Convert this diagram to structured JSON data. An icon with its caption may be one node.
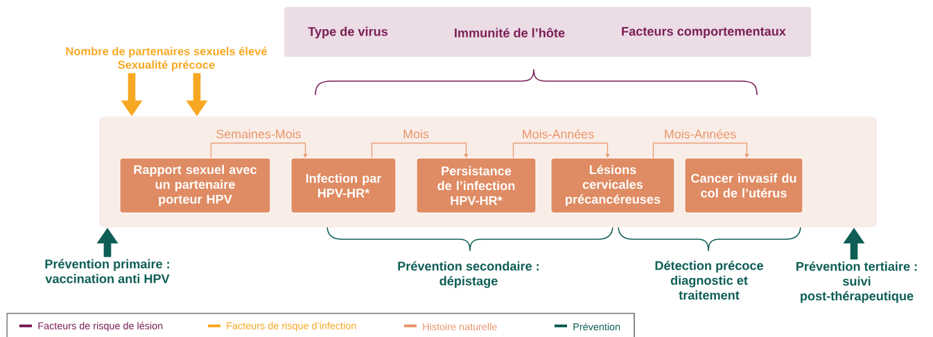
{
  "diagram": {
    "nodes": [
      {
        "text": [
          "Type de virus",
          "Immunité de l’hôte",
          "Facteurs comportementaux"
        ]
      },
      {
        "text": [
          "Nombre de partenaires sexuels élevé",
          "Sexualité précoce"
        ]
      },
      {
        "text": [],
        "shape": "box"
      },
      {
        "text": [
          "Rapport sexuel avec un partenaire porteur HPV"
        ],
        "in": 2
      },
      {
        "text": [
          "Infection par HPV-HR*"
        ],
        "in": 2
      },
      {
        "text": [
          "Persistance de l’infection HPV-HR*"
        ],
        "in": 2
      },
      {
        "text": [
          "Lésions cervicales précancéreuses"
        ],
        "in": 2
      },
      {
        "text": [
          "Cancer invasif du col de l’utérus"
        ],
        "in": 2
      },
      {
        "text": [
          "Prévention primaire : vaccination anti HPV"
        ]
      },
      {
        "text": [
          "Prévention tertiaire : suivi post-thérapeutique"
        ]
      }
    ],
    "edges": [
      {
        "from": 1,
        "to": 2,
        "arrow": "to",
        "style": "thick",
        "color": "#f7a823"
      },
      {
        "from": 1,
        "to": 2,
        "arrow": "to",
        "style": "thick",
        "color": "#f7a823"
      },
      {
        "from": 3,
        "to": 4,
        "arrow": "to",
        "label": "Semaines-Mois"
      },
      {
        "from": 4,
        "to": 5,
        "arrow": "to",
        "label": "Mois"
      },
      {
        "from": 5,
        "to": 6,
        "arrow": "to",
        "label": "Mois-Années"
      },
      {
        "from": 6,
        "to": 7,
        "arrow": "to",
        "label": "Mois-Années"
      },
      {
        "from": 8,
        "to": 2,
        "arrow": "to",
        "style": "thick",
        "color": "#0e5e55"
      },
      {
        "from": 9,
        "to": 2,
        "arrow": "to",
        "style": "thick",
        "color": "#0e5e55"
      }
    ],
    "labels": [
      "Prévention secondaire : dépistage",
      "Détection précoce diagnostic et traitement"
    ],
    "legend": [
      {
        "text": "Facteurs de risque de lésion",
        "color": "#7a1f56"
      },
      {
        "text": "Facteurs de risque d’infection",
        "color": "#f7a823"
      },
      {
        "text": "Histoire naturelle",
        "color": "#e8956b"
      },
      {
        "text": "Prévention",
        "color": "#0e5e55"
      }
    ]
  }
}
